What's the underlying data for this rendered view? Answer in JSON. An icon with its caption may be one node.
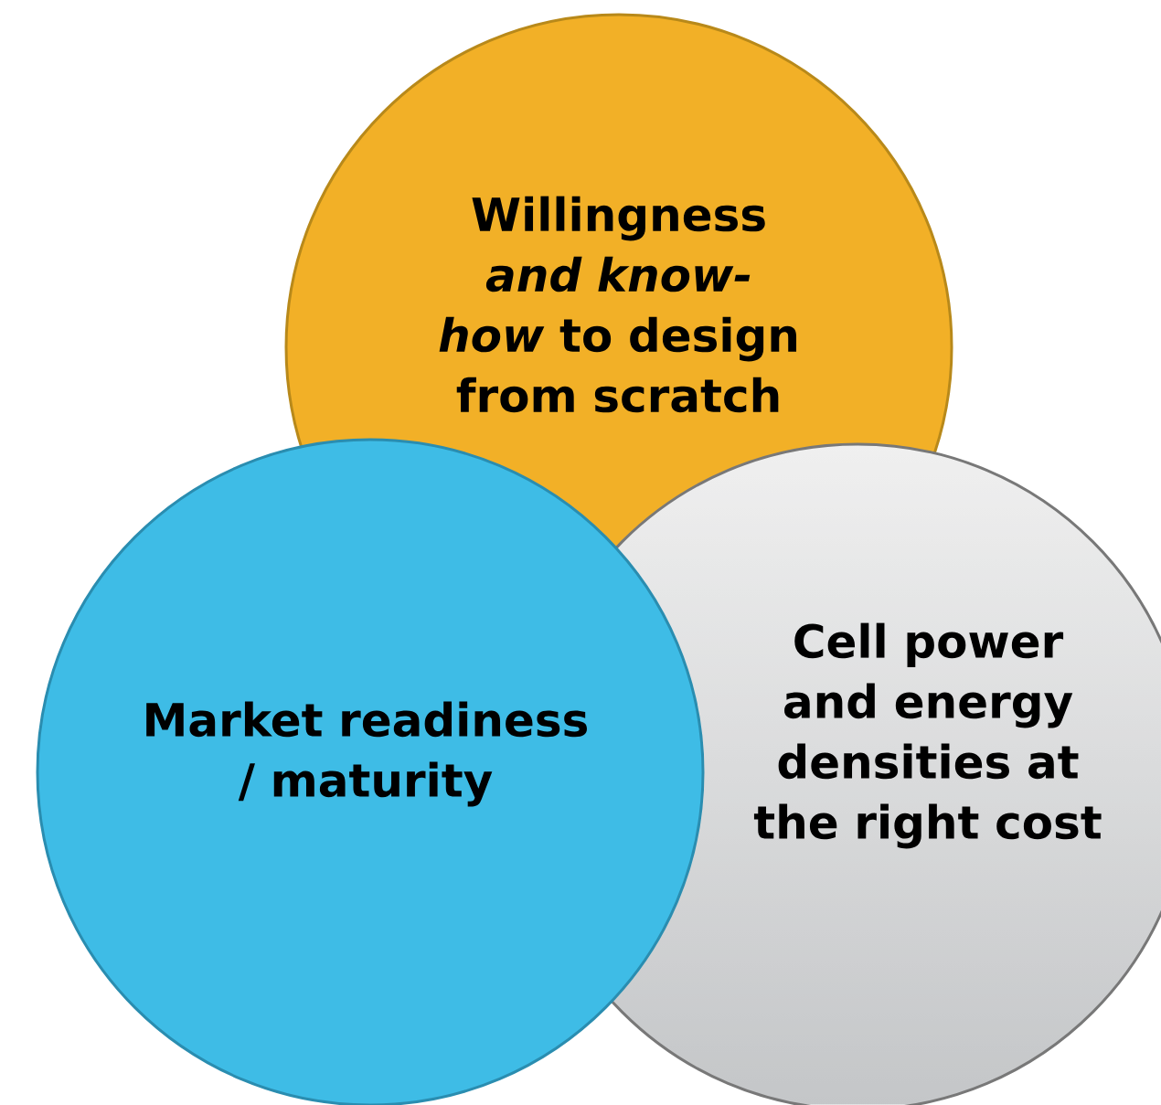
{
  "diagram": {
    "nodes": [
      {
        "text": [
          "Willingness *and know-how* to design from scratch"
        ]
      },
      {
        "text": [
          "Market readiness / maturity"
        ]
      },
      {
        "text": [
          "Cell power and energy densities at the right cost"
        ]
      }
    ]
  }
}
